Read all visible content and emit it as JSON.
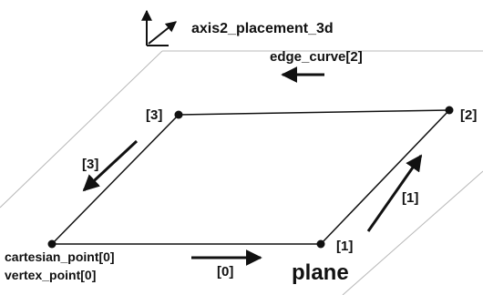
{
  "diagram": {
    "axis_label": "axis2_placement_3d",
    "plane_label": "plane",
    "vertices": [
      {
        "index": "[0]",
        "label_line1": "cartesian_point[0]",
        "label_line2": "vertex_point[0]"
      },
      {
        "index": "[1]",
        "label": "[1]"
      },
      {
        "index": "[2]",
        "label": "[2]"
      },
      {
        "index": "[3]",
        "label": "[3]"
      }
    ],
    "edges": [
      {
        "label": "[0]"
      },
      {
        "label": "[1]"
      },
      {
        "label": "edge_curve[2]"
      },
      {
        "label": "[3]"
      }
    ]
  }
}
